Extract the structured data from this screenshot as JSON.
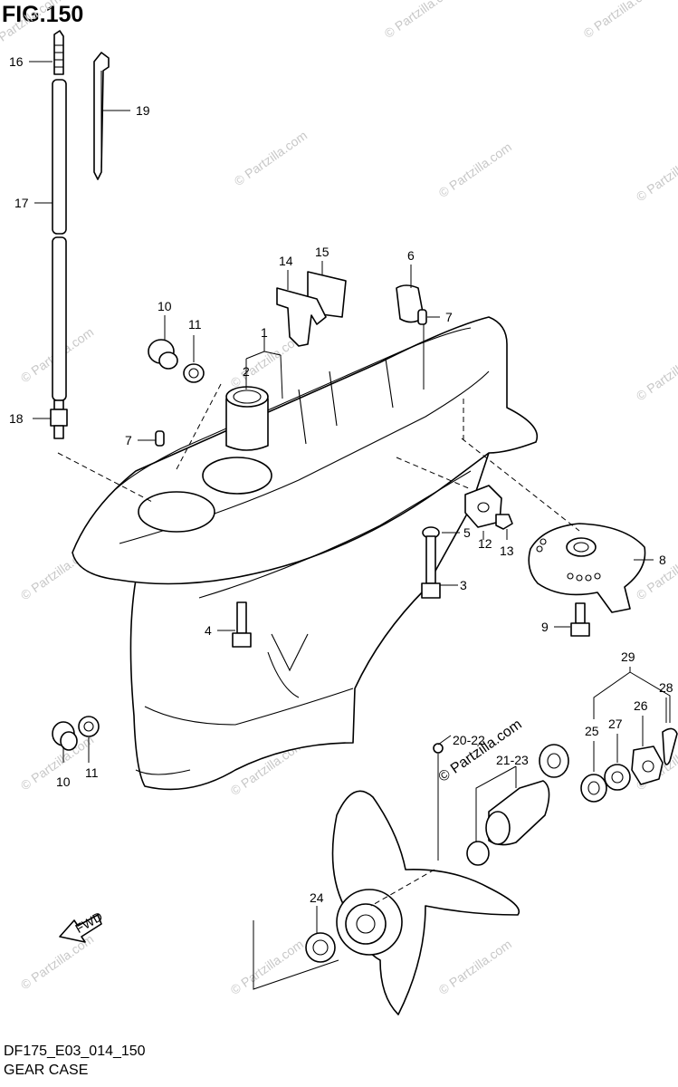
{
  "figure": {
    "title": "FIG.150",
    "model_code": "DF175_E03_014_150",
    "caption": "GEAR CASE"
  },
  "watermark": {
    "text": "© Partzilla.com"
  },
  "callouts": [
    {
      "id": "16",
      "label": "16"
    },
    {
      "id": "19",
      "label": "19"
    },
    {
      "id": "17",
      "label": "17"
    },
    {
      "id": "14",
      "label": "14"
    },
    {
      "id": "15",
      "label": "15"
    },
    {
      "id": "6",
      "label": "6"
    },
    {
      "id": "7a",
      "label": "7"
    },
    {
      "id": "10a",
      "label": "10"
    },
    {
      "id": "11a",
      "label": "11"
    },
    {
      "id": "1",
      "label": "1"
    },
    {
      "id": "2",
      "label": "2"
    },
    {
      "id": "18",
      "label": "18"
    },
    {
      "id": "7b",
      "label": "7"
    },
    {
      "id": "5",
      "label": "5"
    },
    {
      "id": "12",
      "label": "12"
    },
    {
      "id": "13",
      "label": "13"
    },
    {
      "id": "8",
      "label": "8"
    },
    {
      "id": "3",
      "label": "3"
    },
    {
      "id": "4",
      "label": "4"
    },
    {
      "id": "9",
      "label": "9"
    },
    {
      "id": "29",
      "label": "29"
    },
    {
      "id": "28",
      "label": "28"
    },
    {
      "id": "27",
      "label": "27"
    },
    {
      "id": "26",
      "label": "26"
    },
    {
      "id": "25",
      "label": "25"
    },
    {
      "id": "20-22",
      "label": "20-22"
    },
    {
      "id": "21-23",
      "label": "21-23"
    },
    {
      "id": "10b",
      "label": "10"
    },
    {
      "id": "11b",
      "label": "11"
    },
    {
      "id": "24",
      "label": "24"
    }
  ],
  "direction_marker": {
    "label": "FWD"
  }
}
